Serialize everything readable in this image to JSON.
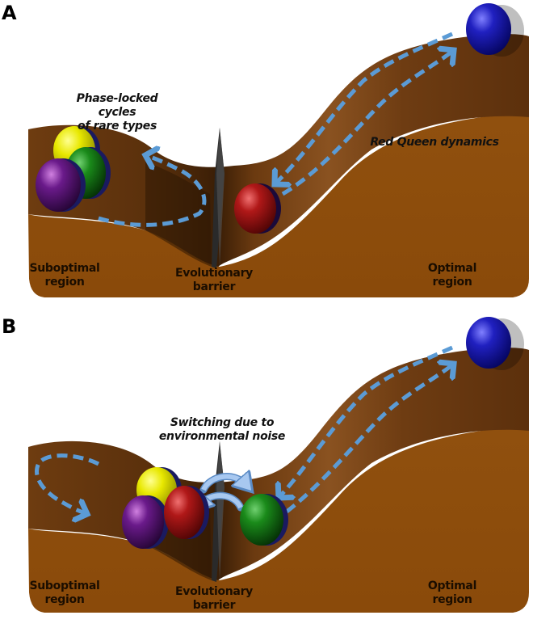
{
  "figure": {
    "panels": [
      {
        "id": "A",
        "label": "A",
        "annotations": {
          "cycle_label_line1": "Phase-locked cycles",
          "cycle_label_line2": "of rare types",
          "dynamics_label": "Red Queen dynamics"
        },
        "regions": {
          "suboptimal_line1": "Suboptimal",
          "suboptimal_line2": "region",
          "barrier_line1": "Evolutionary",
          "barrier_line2": "barrier",
          "optimal_line1": "Optimal",
          "optimal_line2": "region"
        },
        "spheres": [
          {
            "name": "yellow",
            "color": "#e6e600",
            "location": "suboptimal"
          },
          {
            "name": "green",
            "color": "#1a8a1a",
            "location": "suboptimal"
          },
          {
            "name": "purple",
            "color": "#6a1a8a",
            "location": "suboptimal"
          },
          {
            "name": "red",
            "color": "#a81515",
            "location": "valley right of barrier"
          },
          {
            "name": "blue",
            "color": "#1515a8",
            "location": "optimal peak"
          }
        ]
      },
      {
        "id": "B",
        "label": "B",
        "annotations": {
          "switch_label_line1": "Switching due to",
          "switch_label_line2": "environmental noise"
        },
        "regions": {
          "suboptimal_line1": "Suboptimal",
          "suboptimal_line2": "region",
          "barrier_line1": "Evolutionary",
          "barrier_line2": "barrier",
          "optimal_line1": "Optimal",
          "optimal_line2": "region"
        },
        "spheres": [
          {
            "name": "yellow",
            "color": "#e6e600",
            "location": "suboptimal"
          },
          {
            "name": "purple",
            "color": "#6a1a8a",
            "location": "suboptimal"
          },
          {
            "name": "red",
            "color": "#a81515",
            "location": "left of barrier"
          },
          {
            "name": "green",
            "color": "#1a8a1a",
            "location": "valley right of barrier"
          },
          {
            "name": "blue",
            "color": "#1515a8",
            "location": "optimal peak"
          }
        ]
      }
    ],
    "colors": {
      "terrain_top": "#6b3a10",
      "terrain_front": "#8c4c0c",
      "arrow": "#5b9bd5",
      "barrier": "#2a2a2a"
    }
  }
}
